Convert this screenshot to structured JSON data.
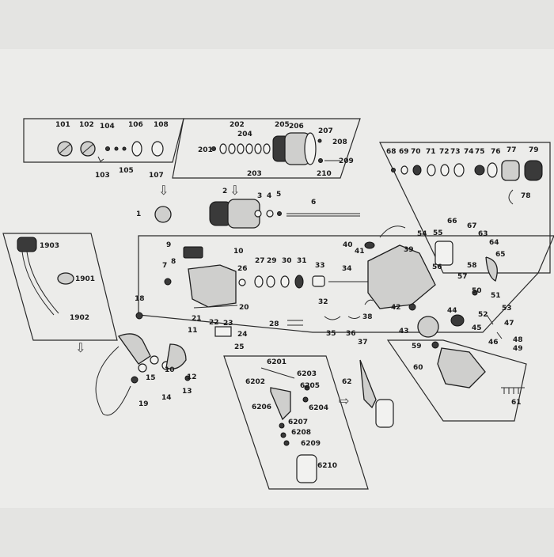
{
  "labels": {
    "g1": [
      "101",
      "102",
      "104",
      "106",
      "108",
      "103",
      "105",
      "107"
    ],
    "g2": [
      "202",
      "204",
      "205",
      "206",
      "207",
      "208",
      "201",
      "203",
      "209",
      "210"
    ],
    "g3": [
      "68",
      "69",
      "70",
      "71",
      "72",
      "73",
      "74",
      "75",
      "76",
      "77",
      "79",
      "78"
    ],
    "spool": [
      "1",
      "2",
      "3",
      "4",
      "5",
      "6"
    ],
    "g4": [
      "1903",
      "1901",
      "1902"
    ],
    "body": [
      "9",
      "7",
      "8",
      "10",
      "26",
      "27",
      "29",
      "30",
      "31",
      "33",
      "34",
      "21",
      "22",
      "23",
      "20",
      "24",
      "25",
      "28",
      "32"
    ],
    "frame": [
      "40",
      "41",
      "39",
      "54",
      "55",
      "66",
      "67",
      "63",
      "64",
      "65",
      "56",
      "57",
      "58",
      "50",
      "51",
      "52",
      "53",
      "47",
      "48",
      "49",
      "44",
      "45",
      "46",
      "42",
      "43",
      "59",
      "60",
      "61",
      "38",
      "35",
      "36",
      "37"
    ],
    "arm": [
      "18",
      "11",
      "10",
      "12",
      "13",
      "14",
      "15",
      "19"
    ],
    "handle": [
      "6201",
      "6203",
      "6202",
      "6205",
      "6204",
      "6206",
      "6207",
      "6208",
      "6209",
      "6210",
      "62"
    ]
  },
  "arrows": [
    "⇩",
    "⇩",
    "⇩",
    "⇨"
  ]
}
